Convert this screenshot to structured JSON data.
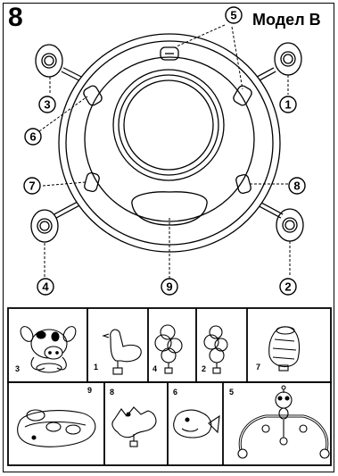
{
  "step_number": "8",
  "model_label": "Модел В",
  "callouts": [
    "1",
    "2",
    "3",
    "4",
    "5",
    "6",
    "7",
    "8",
    "9"
  ],
  "parts": [
    {
      "num": "3",
      "name": "cow-toy"
    },
    {
      "num": "1",
      "name": "bird-toy"
    },
    {
      "num": "4",
      "name": "bead-rattle"
    },
    {
      "num": "2",
      "name": "bead-rattle"
    },
    {
      "num": "7",
      "name": "drum-toy"
    },
    {
      "num": "9",
      "name": "footrest-pad"
    },
    {
      "num": "8",
      "name": "crocodile-toy"
    },
    {
      "num": "6",
      "name": "fish-toy"
    },
    {
      "num": "5",
      "name": "monkey-toy-bar"
    }
  ]
}
